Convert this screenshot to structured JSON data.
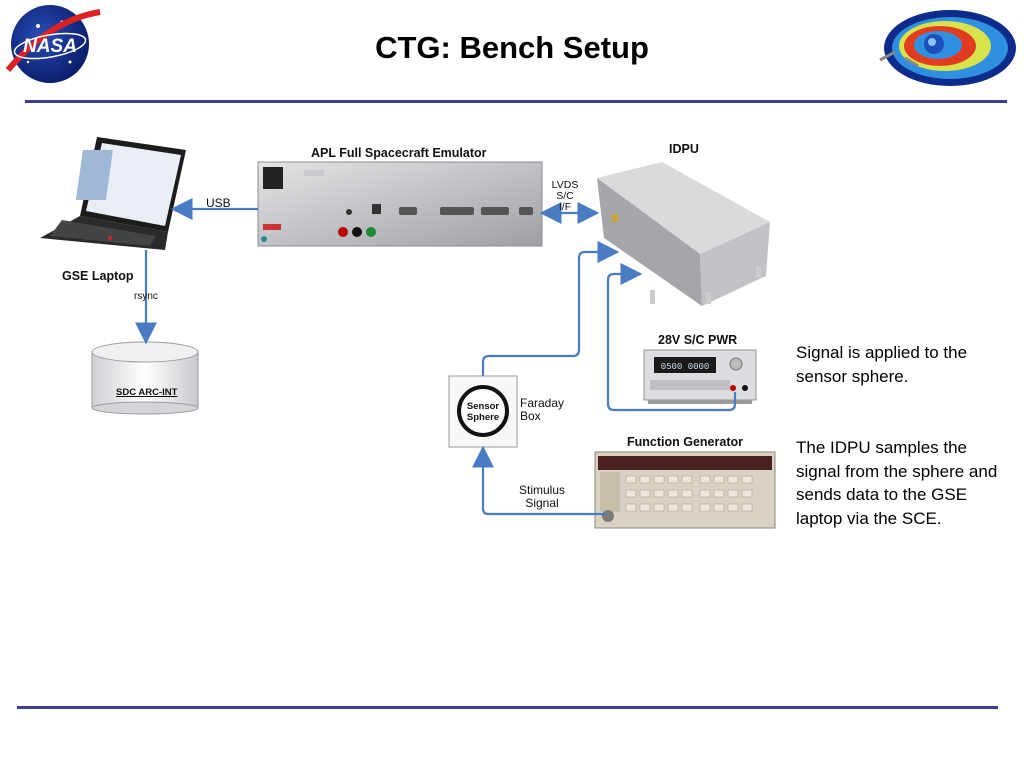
{
  "slide": {
    "title": "CTG: Bench Setup"
  },
  "diagram": {
    "gse_laptop": "GSE Laptop",
    "usb": "USB",
    "rsync": "rsync",
    "sdc": "SDC ARC-INT",
    "emulator": "APL Full Spacecraft Emulator",
    "lvds": [
      "LVDS",
      "S/C",
      "I/F"
    ],
    "idpu": "IDPU",
    "pwr": "28V S/C PWR",
    "sensor": [
      "Sensor",
      "Sphere"
    ],
    "faraday": [
      "Faraday",
      "Box"
    ],
    "funcgen": "Function Generator",
    "stimulus": [
      "Stimulus",
      "Signal"
    ]
  },
  "notes": {
    "note1": "Signal is applied to the sensor sphere.",
    "note2": "The IDPU samples the signal from the sphere and sends data to the GSE laptop via the SCE."
  },
  "colors": {
    "rule": "#3b3d8f",
    "arrow": "#4a7cc4"
  }
}
